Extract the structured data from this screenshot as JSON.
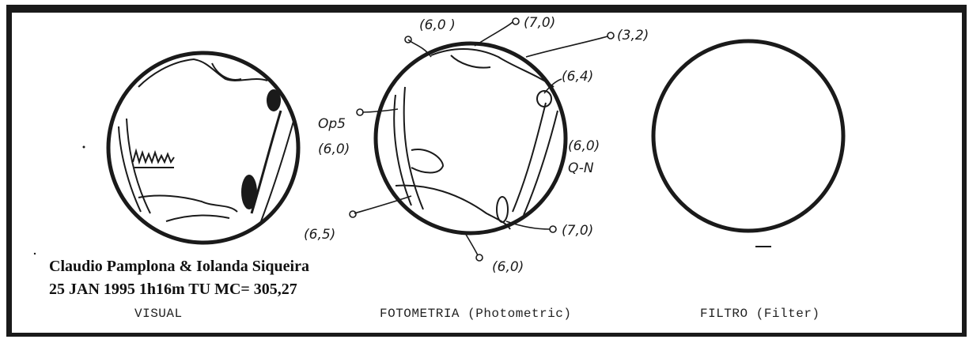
{
  "credits": {
    "observers": "Claudio Pamplona & Iolanda Siqueira",
    "observation_line": "25 JAN 1995 1h16m TU  MC= 305,27"
  },
  "captions": {
    "visual": "VISUAL",
    "photometry": "FOTOMETRIA (Photometric)",
    "filter": "FILTRO (Filter)"
  },
  "photometry_labels": [
    {
      "id": "top-left",
      "text": "(6,0 )"
    },
    {
      "id": "top",
      "text": "(7,0)"
    },
    {
      "id": "top-right",
      "text": "(3,2)"
    },
    {
      "id": "right-upper",
      "text": "(6,4)"
    },
    {
      "id": "right",
      "text": "(6,0)"
    },
    {
      "id": "right-mark",
      "text": "Q-N"
    },
    {
      "id": "left-op",
      "text": "Op5"
    },
    {
      "id": "left-val",
      "text": "(6,0)"
    },
    {
      "id": "lower-left",
      "text": "(6,5)"
    },
    {
      "id": "lower-right",
      "text": "(7,0)"
    },
    {
      "id": "bottom",
      "text": "(6,0)"
    }
  ],
  "colors": {
    "ink": "#1a1a1a",
    "paper": "#ffffff"
  }
}
